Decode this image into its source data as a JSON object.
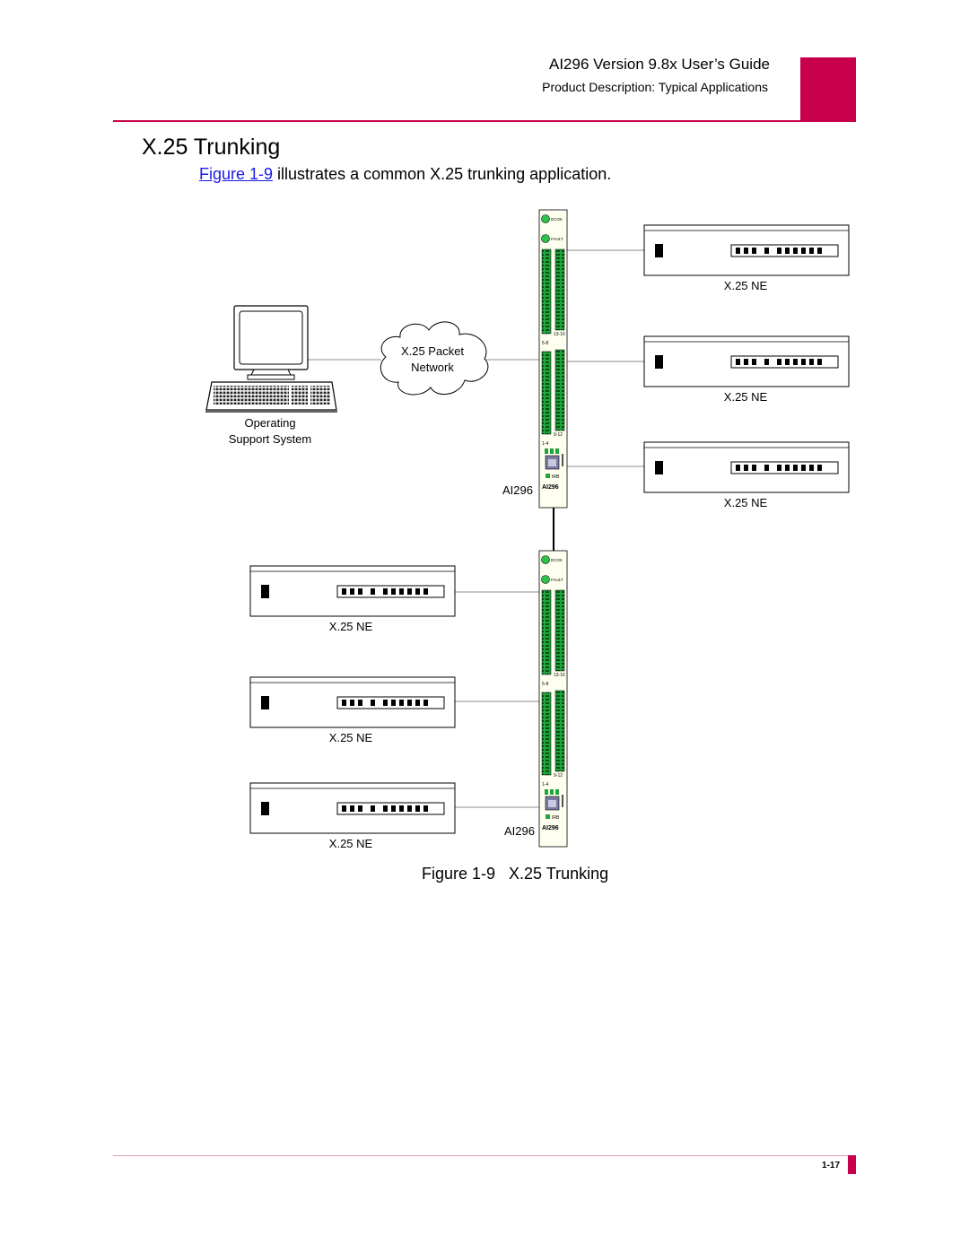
{
  "header": {
    "title": "AI296 Version 9.8x User’s Guide",
    "subtitle": "Product Description: Typical Applications",
    "accent_color": "#c8004b"
  },
  "section": {
    "title": "X.25 Trunking",
    "intro_link": "Figure 1-9",
    "intro_text": " illustrates a common X.25 trunking application."
  },
  "figure": {
    "oss_label_line1": "Operating",
    "oss_label_line2": "Support System",
    "cloud_line1": "X.25 Packet",
    "cloud_line2": "Network",
    "ne_label": "X.25 NE",
    "ai_label": "AI296",
    "card": {
      "led1": "DCOK",
      "led2": "FAULT",
      "port_label_a": "13-16",
      "port_label_b": "5-8",
      "port_label_c": "9-12",
      "port_label_d": "1-4",
      "irb": "IRB",
      "brand": "AI296"
    },
    "caption": "Figure 1-9   X.25 Trunking"
  },
  "footer": {
    "page_number": "1-17"
  }
}
